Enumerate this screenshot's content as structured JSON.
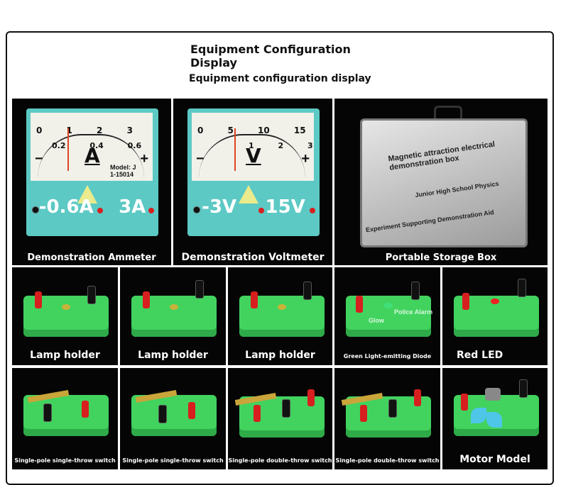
{
  "header": {
    "title": "Equipment Configuration Display",
    "subtitle": "Equipment configuration display"
  },
  "meters": {
    "ammeter": {
      "caption": "Demonstration Ammeter",
      "scale_top": "0 1 2 3",
      "scale_bottom": "0.2 0.4 0.6",
      "unit": "A",
      "model": "Model: J 1-15014",
      "range_low": "-0.6A",
      "range_high": "3A"
    },
    "voltmeter": {
      "caption": "Demonstration Voltmeter",
      "scale_top": "0 5 10 15",
      "scale_bottom": "1 2 3",
      "unit": "V",
      "range_low": "-3V",
      "range_high": "15V"
    }
  },
  "storage_box": {
    "caption": "Portable Storage Box",
    "text_line1": "Magnetic attraction electrical",
    "text_line2": "demonstration box",
    "text_line3": "Junior High School Physics",
    "text_line4": "Experiment Supporting Demonstration Aid"
  },
  "row2": [
    {
      "caption": "Lamp holder"
    },
    {
      "caption": "Lamp holder"
    },
    {
      "caption": "Lamp holder"
    },
    {
      "caption": "Green Light-emitting Diode",
      "label_glow": "Glow",
      "label_alarm": "Police Alarm"
    },
    {
      "caption": "Red LED"
    }
  ],
  "row3": [
    {
      "caption": "Single-pole single-throw switch"
    },
    {
      "caption": "Single-pole single-throw switch"
    },
    {
      "caption": "Single-pole double-throw switch"
    },
    {
      "caption": "Single-pole double-throw switch"
    },
    {
      "caption": "Motor Model"
    }
  ],
  "colors": {
    "background": "#ffffff",
    "tile": "#050505",
    "base_green": "#41d35e",
    "meter_teal": "#5cc9c4"
  }
}
